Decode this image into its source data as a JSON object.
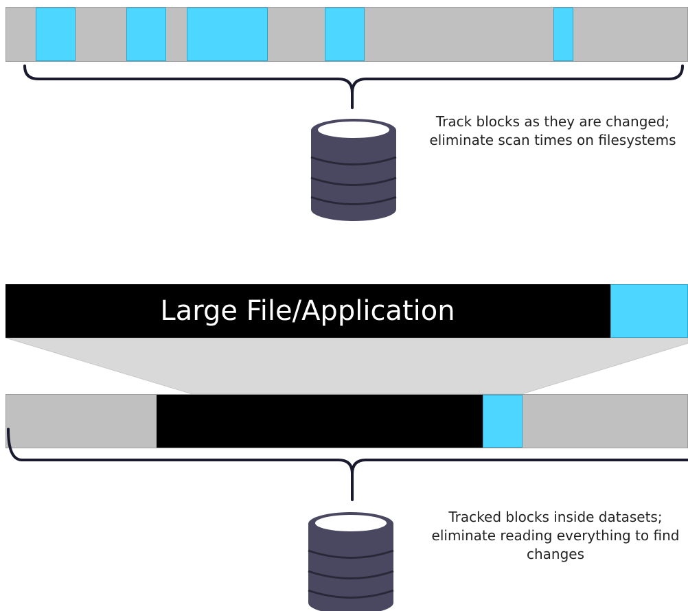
{
  "top_section": {
    "caption": "Track blocks as they are changed; eliminate scan times on filesystems"
  },
  "middle_section": {
    "file_label": "Large File/Application"
  },
  "bottom_section": {
    "caption": "Tracked blocks inside datasets; eliminate reading everything to find changes"
  },
  "colors": {
    "changed_block": "#4dd6ff",
    "unchanged_block": "#c0c0c0",
    "file": "#000000",
    "database": "#4a4860",
    "database_top": "#ffffff",
    "bracket": "#1a1a2e"
  },
  "icons": [
    "database-icon",
    "curly-bracket-icon"
  ]
}
